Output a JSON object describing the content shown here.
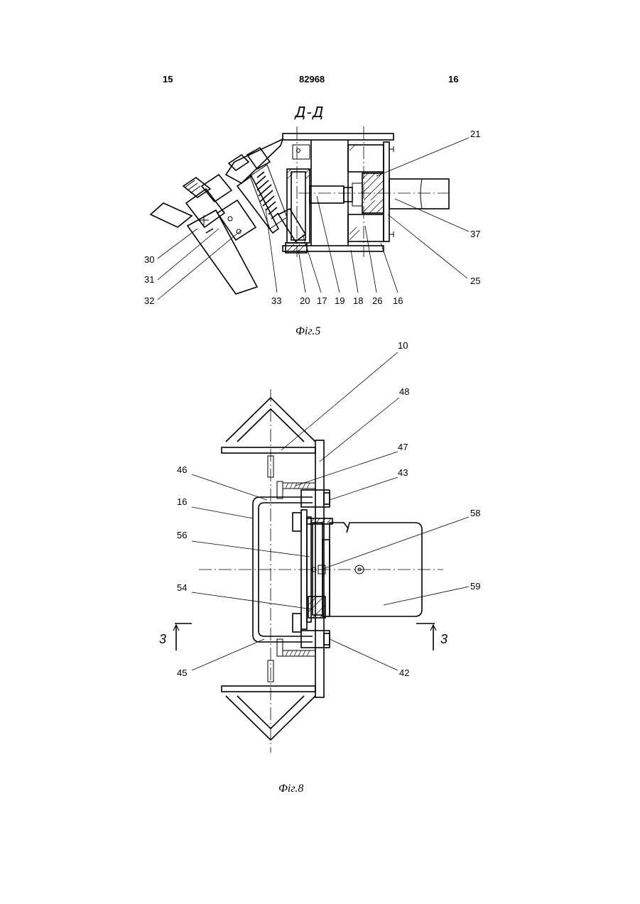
{
  "header": {
    "page_left": "15",
    "patent_number": "82968",
    "page_right": "16"
  },
  "figure5": {
    "section_label": "Д-Д",
    "caption": "Фіг.5",
    "labels": [
      "21",
      "37",
      "25",
      "16",
      "26",
      "18",
      "19",
      "17",
      "20",
      "33",
      "32",
      "31",
      "30"
    ]
  },
  "figure8": {
    "caption": "Фіг.8",
    "labels": [
      "10",
      "48",
      "47",
      "43",
      "46",
      "16",
      "56",
      "58",
      "59",
      "54",
      "42",
      "45"
    ],
    "section_marker_left": "3",
    "section_marker_right": "3"
  }
}
